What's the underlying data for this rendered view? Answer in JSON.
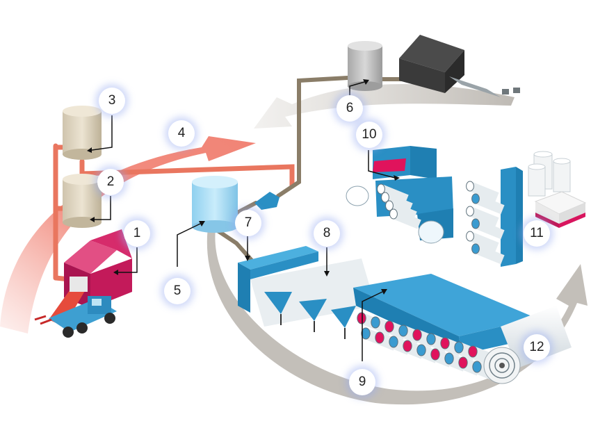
{
  "diagram": {
    "markers": [
      {
        "label": "1"
      },
      {
        "label": "2"
      },
      {
        "label": "3"
      },
      {
        "label": "4"
      },
      {
        "label": "5"
      },
      {
        "label": "6"
      },
      {
        "label": "7"
      },
      {
        "label": "8"
      },
      {
        "label": "9"
      },
      {
        "label": "10"
      },
      {
        "label": "11"
      },
      {
        "label": "12"
      }
    ],
    "colors": {
      "pulp_flow": "#f08070",
      "recycle_flow": "#b7b2ab",
      "machine_blue": "#2a8fc4",
      "accent_red": "#d8155e",
      "pipe": "#8a7d68"
    }
  }
}
